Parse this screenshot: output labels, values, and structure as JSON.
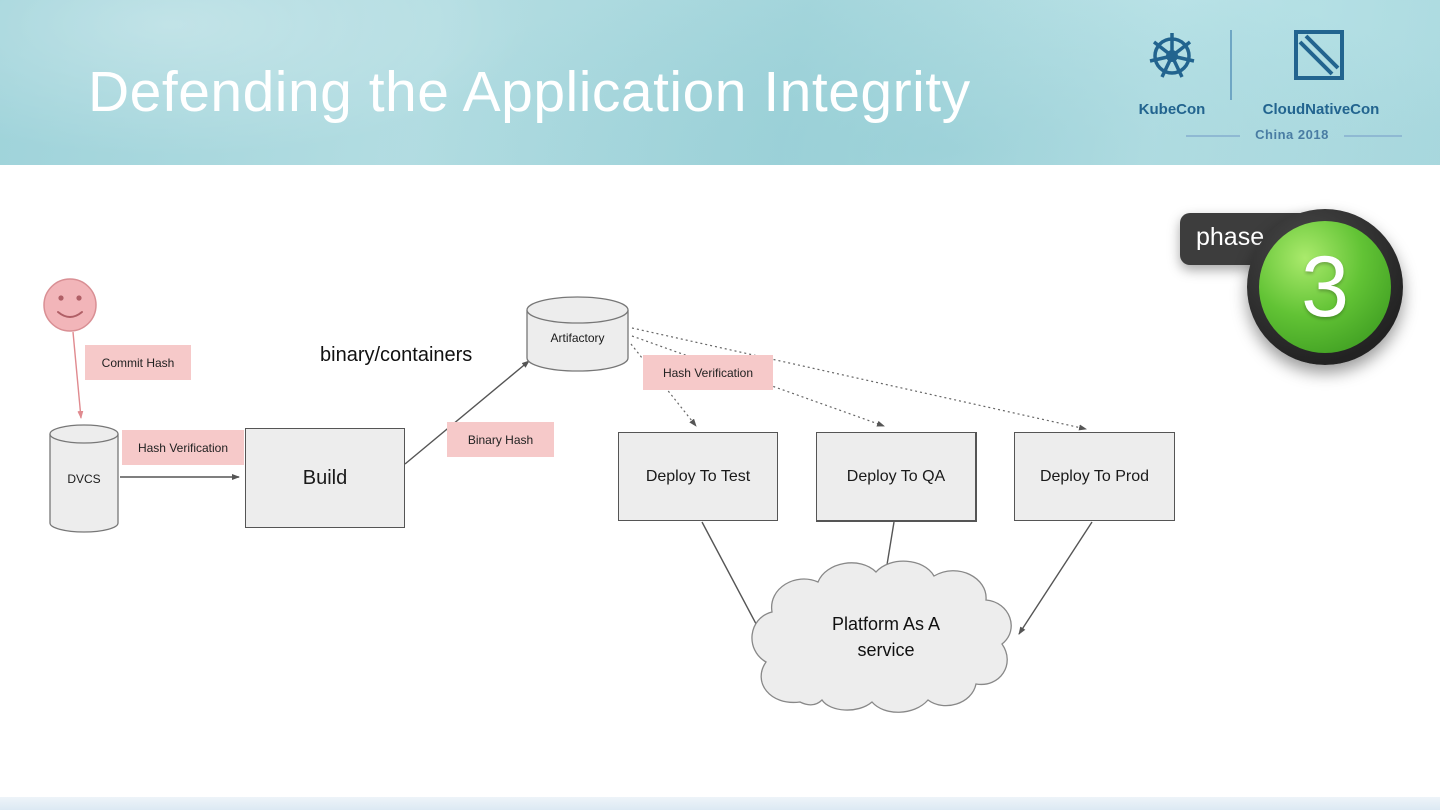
{
  "slide": {
    "title": "Defending the Application Integrity"
  },
  "logos": {
    "kubecon_label": "KubeCon",
    "cloudnativecon_label": "CloudNativeCon",
    "event_label": "China 2018"
  },
  "phase_badge": {
    "label": "phase",
    "number": "3"
  },
  "diagram": {
    "commit_hash": "Commit Hash",
    "dvcs": "DVCS",
    "hash_verification_build": "Hash Verification",
    "build": "Build",
    "binary_containers": "binary/containers",
    "binary_hash": "Binary Hash",
    "artifactory": "Artifactory",
    "hash_verification_deploy": "Hash Verification",
    "deploy_test": "Deploy To Test",
    "deploy_qa": "Deploy To QA",
    "deploy_prod": "Deploy To Prod",
    "paas_line1": "Platform As A",
    "paas_line2": "service"
  },
  "colors": {
    "header_teal": "#a9d8de",
    "title_text": "#ffffff",
    "logo_blue": "#22648f",
    "pink_label_bg": "#f6c9c9",
    "pink_arrow": "#e08a8f",
    "node_fill": "#ededed",
    "node_border": "#555555",
    "arrow_gray": "#555555",
    "badge_dark": "#3d3d3d",
    "badge_green": "#4cb227"
  }
}
